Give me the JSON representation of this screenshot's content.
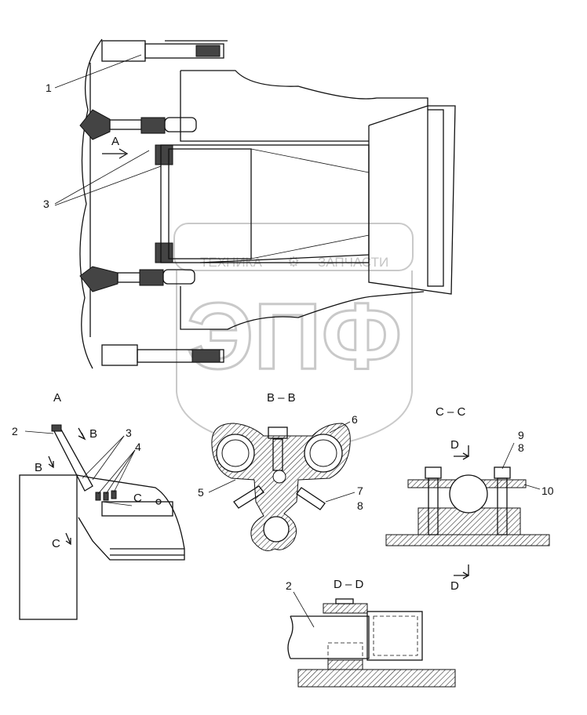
{
  "watermark": {
    "brand": "ЭПФ",
    "left_word": "ТЕХНИКА",
    "right_word": "ЗАПЧАСТИ",
    "color": "#c4c4c4"
  },
  "views": {
    "A": "A",
    "BB": "B – B",
    "CC": "C – C",
    "DD": "D – D"
  },
  "main_view": {
    "callouts": {
      "p1": "1",
      "p3": "3"
    },
    "arrow_A": "A"
  },
  "view_A": {
    "callouts": {
      "p2": "2",
      "p3": "3",
      "p4": "4"
    },
    "section_marks": {
      "B_upper": "B",
      "B_lower": "B",
      "C_right": "C",
      "C_lower": "C"
    }
  },
  "view_BB": {
    "callouts": {
      "p5": "5",
      "p6": "6",
      "p7": "7",
      "p8": "8"
    }
  },
  "view_CC": {
    "callouts": {
      "p9": "9",
      "p8": "8",
      "p10": "10"
    },
    "section_marks": {
      "D_upper": "D",
      "D_lower": "D"
    }
  },
  "view_DD": {
    "callouts": {
      "p2": "2"
    }
  }
}
